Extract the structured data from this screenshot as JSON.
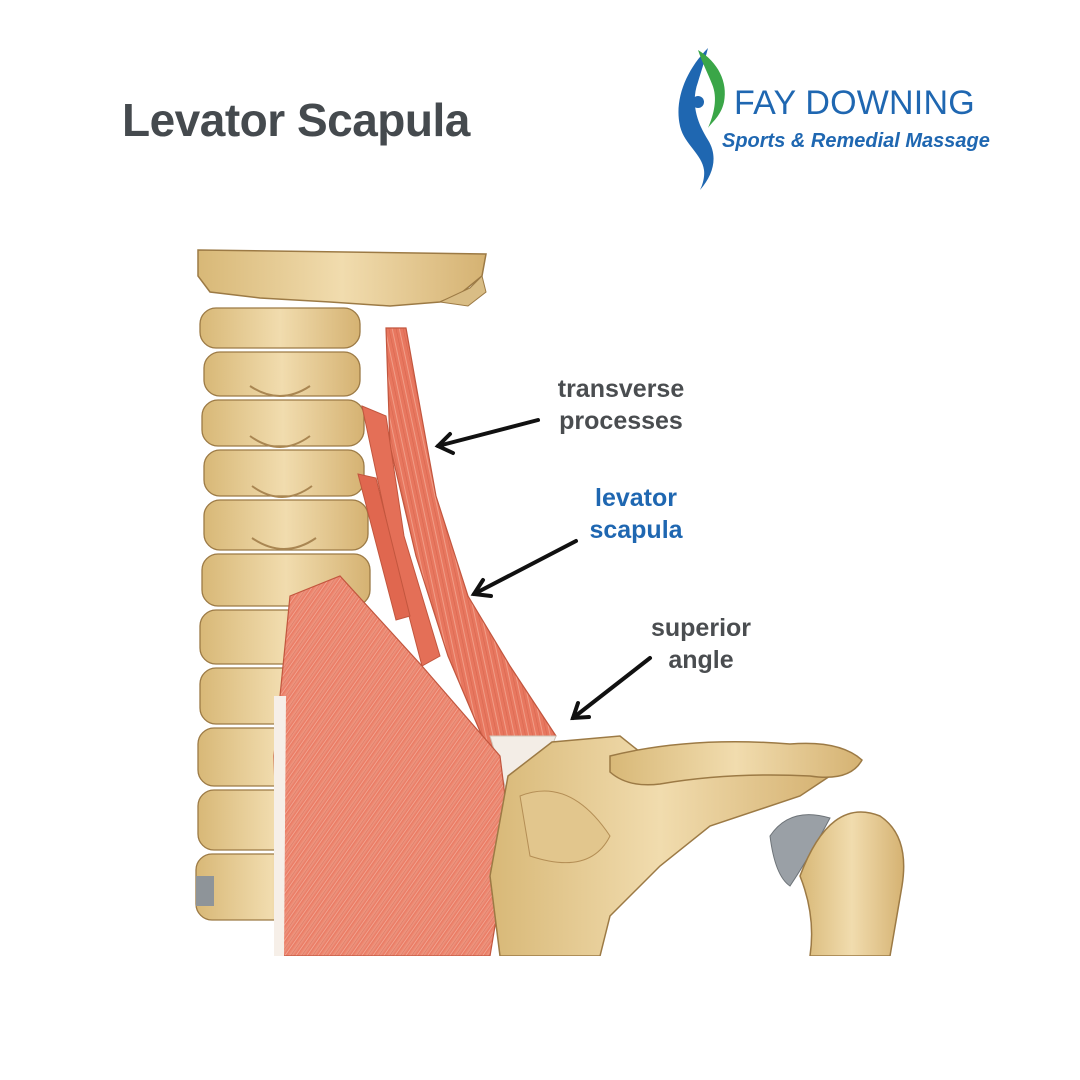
{
  "title": "Levator Scapula",
  "logo": {
    "name": "FAY DOWNING",
    "tagline": "Sports & Remedial Massage",
    "icon": "figure-swoosh-icon"
  },
  "labels": {
    "transverse_processes": {
      "line1": "transverse",
      "line2": "processes"
    },
    "levator_scapula": {
      "line1": "levator",
      "line2": "scapula"
    },
    "superior_angle": {
      "line1": "superior",
      "line2": "angle"
    }
  },
  "colors": {
    "title": "#454a4e",
    "label_default": "#4a4d50",
    "label_highlight": "#1f67b1",
    "brand_blue": "#1f67b1",
    "brand_green": "#3aa648",
    "bone": "#e8cf9b",
    "muscle": "#ea7a62"
  }
}
